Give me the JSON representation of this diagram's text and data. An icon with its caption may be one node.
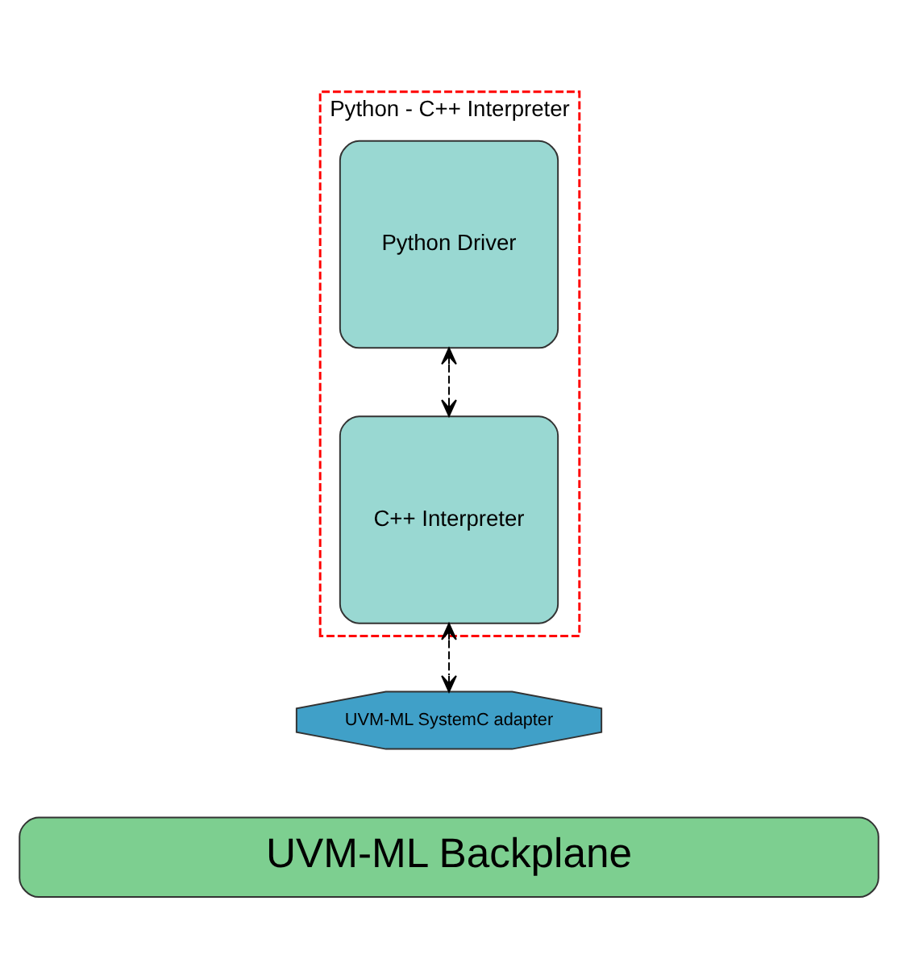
{
  "diagram": {
    "nodes": [
      {
        "text": [
          "Python - C++ Interpreter"
        ]
      },
      {
        "text": [
          "Python Driver"
        ],
        "in": 0
      },
      {
        "text": [
          "C++ Interpreter"
        ],
        "in": 0
      },
      {
        "text": [
          "UVM-ML SystemC adapter"
        ]
      },
      {
        "text": [
          "UVM-ML Backplane"
        ]
      }
    ],
    "edges": [
      {
        "from": 1,
        "to": 2,
        "arrow": "both",
        "style": "dashed"
      },
      {
        "from": 2,
        "to": 3,
        "arrow": "both",
        "style": "dashed"
      }
    ]
  }
}
